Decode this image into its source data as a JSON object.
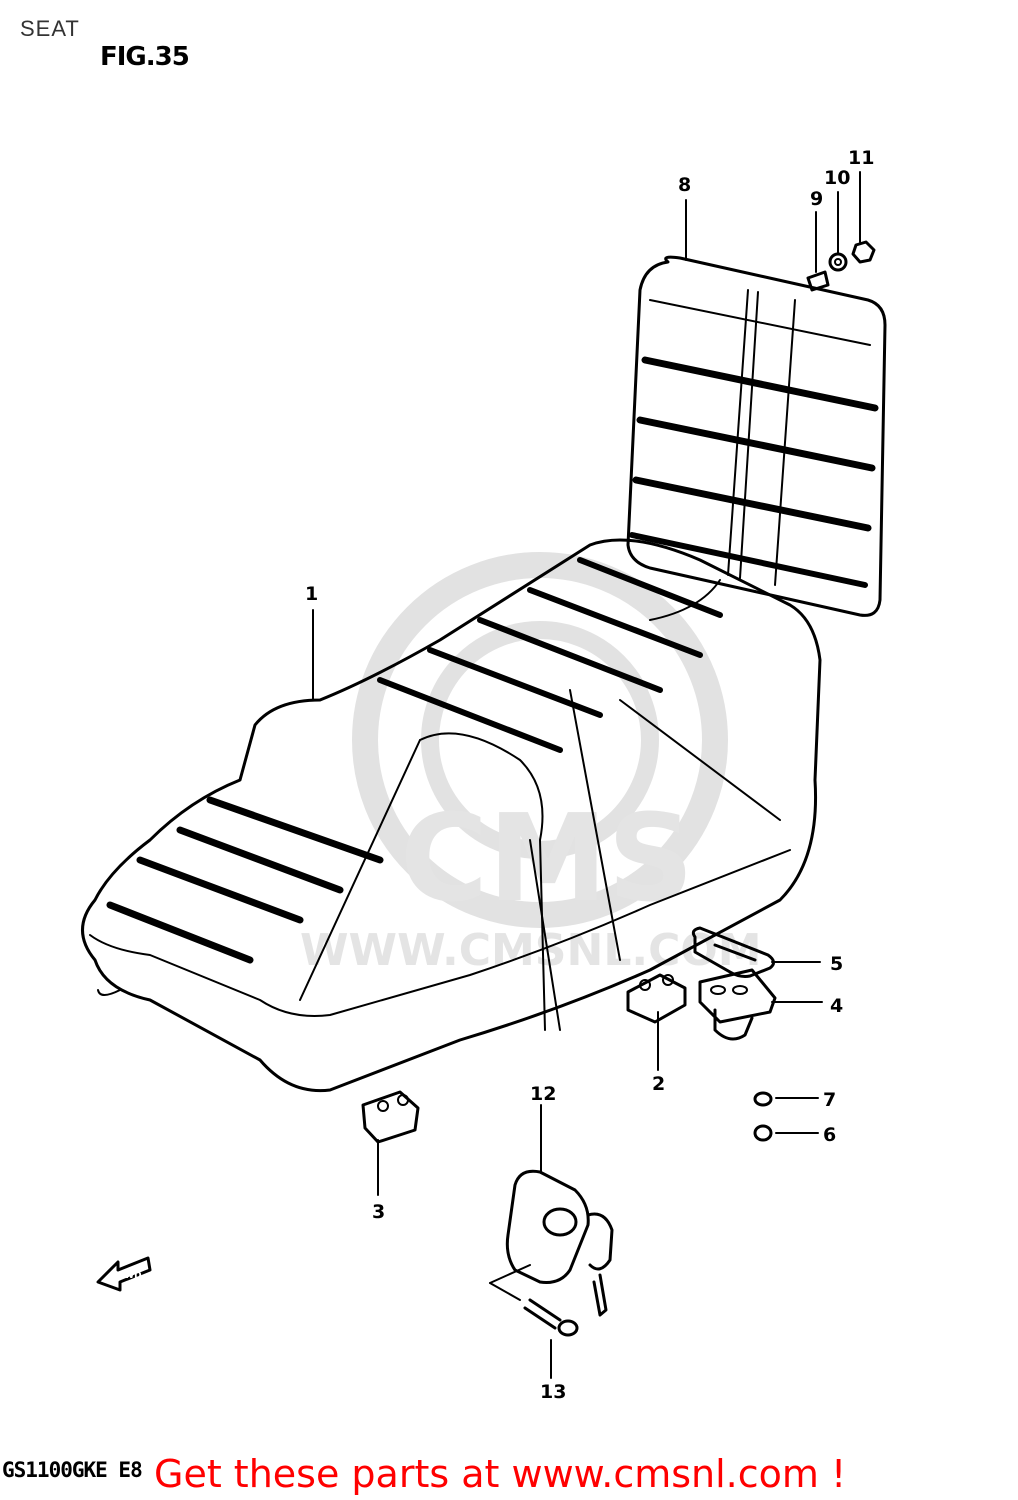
{
  "page": {
    "header": "SEAT",
    "figure_label": "FIG.35",
    "model_code": "GS1100GKE E8",
    "promo_text": "Get these parts at www.cmsnl.com !",
    "watermark": "WWW.CMSNL.COM",
    "fwd_label": "FWD"
  },
  "callouts": [
    {
      "id": "1",
      "label": "1"
    },
    {
      "id": "2",
      "label": "2"
    },
    {
      "id": "3",
      "label": "3"
    },
    {
      "id": "4",
      "label": "4"
    },
    {
      "id": "5",
      "label": "5"
    },
    {
      "id": "6",
      "label": "6"
    },
    {
      "id": "7",
      "label": "7"
    },
    {
      "id": "8",
      "label": "8"
    },
    {
      "id": "9",
      "label": "9"
    },
    {
      "id": "10",
      "label": "10"
    },
    {
      "id": "11",
      "label": "11"
    },
    {
      "id": "12",
      "label": "12"
    },
    {
      "id": "13",
      "label": "13"
    }
  ],
  "colors": {
    "promo": "#ff0000",
    "line": "#000000",
    "watermark": "#e2e2e2"
  }
}
